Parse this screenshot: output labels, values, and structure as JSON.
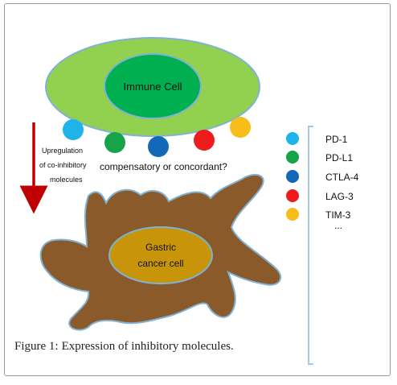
{
  "figure": {
    "immune_cell_label": "Immune Cell",
    "gastric_cell_label_line1": "Gastric",
    "gastric_cell_label_line2": "cancer cell",
    "arrow_label_line1": "Upregulation",
    "arrow_label_line2": "of co-inhibitory",
    "arrow_label_line3": "molecules",
    "relation_question": "compensatory or concordant?",
    "legend": [
      {
        "name": "PD-1",
        "color": "#1fb3ea"
      },
      {
        "name": "PD-L1",
        "color": "#16a34a"
      },
      {
        "name": "CTLA-4",
        "color": "#1468b8"
      },
      {
        "name": "LAG-3",
        "color": "#ee1c1c"
      },
      {
        "name": "TIM-3",
        "color": "#f7bd1a"
      }
    ],
    "legend_more": "...",
    "colors": {
      "immune_outer": "#92d050",
      "immune_inner": "#00b050",
      "cancer_outer": "#8b5a2b",
      "cancer_inner": "#c8940a",
      "cell_stroke": "#7fb2d4",
      "arrow": "#c00000",
      "bracket": "#a8c8e0"
    }
  },
  "caption": {
    "label": "Figure 1:",
    "text": "Expression of inhibitory molecules."
  }
}
